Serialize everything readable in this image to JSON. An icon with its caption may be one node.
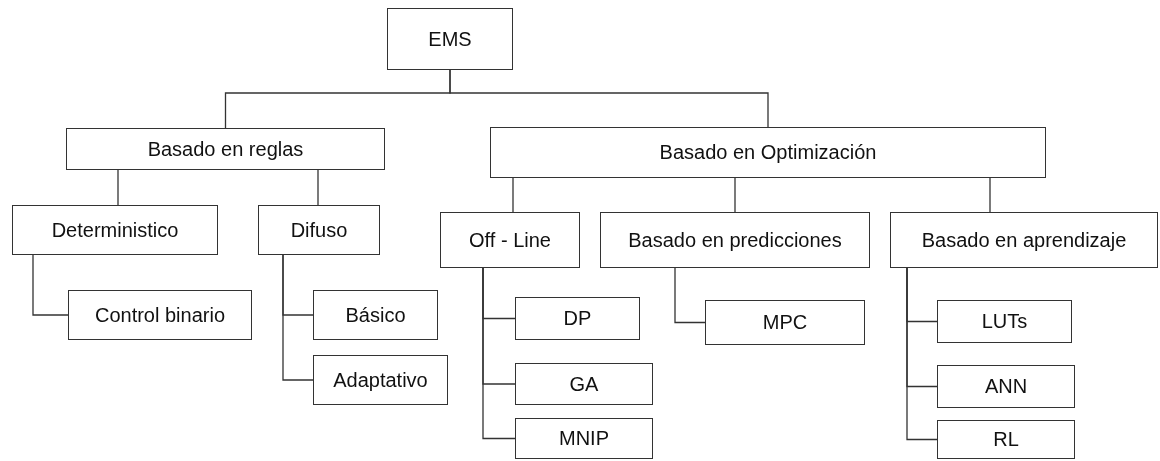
{
  "diagram": {
    "nodes": [
      {
        "text": [
          "EMS"
        ]
      },
      {
        "text": [
          "Basado en reglas"
        ]
      },
      {
        "text": [
          "Basado en Optimización"
        ]
      },
      {
        "text": [
          "Deterministico"
        ]
      },
      {
        "text": [
          "Difuso"
        ]
      },
      {
        "text": [
          "Control binario"
        ]
      },
      {
        "text": [
          "Básico"
        ]
      },
      {
        "text": [
          "Adaptativo"
        ]
      },
      {
        "text": [
          "Off - Line"
        ]
      },
      {
        "text": [
          "Basado en predicciones"
        ]
      },
      {
        "text": [
          "Basado en aprendizaje"
        ]
      },
      {
        "text": [
          "DP"
        ]
      },
      {
        "text": [
          "GA"
        ]
      },
      {
        "text": [
          "MNIP"
        ]
      },
      {
        "text": [
          "MPC"
        ]
      },
      {
        "text": [
          "LUTs"
        ]
      },
      {
        "text": [
          "ANN"
        ]
      },
      {
        "text": [
          "RL"
        ]
      }
    ],
    "edges": [
      {
        "from": 0,
        "to": 1,
        "arrow": "none"
      },
      {
        "from": 0,
        "to": 2,
        "arrow": "none"
      },
      {
        "from": 1,
        "to": 3,
        "arrow": "none"
      },
      {
        "from": 1,
        "to": 4,
        "arrow": "none"
      },
      {
        "from": 3,
        "to": 5,
        "arrow": "none"
      },
      {
        "from": 4,
        "to": 6,
        "arrow": "none"
      },
      {
        "from": 4,
        "to": 7,
        "arrow": "none"
      },
      {
        "from": 2,
        "to": 8,
        "arrow": "none"
      },
      {
        "from": 2,
        "to": 9,
        "arrow": "none"
      },
      {
        "from": 2,
        "to": 10,
        "arrow": "none"
      },
      {
        "from": 8,
        "to": 11,
        "arrow": "none"
      },
      {
        "from": 8,
        "to": 12,
        "arrow": "none"
      },
      {
        "from": 8,
        "to": 13,
        "arrow": "none"
      },
      {
        "from": 9,
        "to": 14,
        "arrow": "none"
      },
      {
        "from": 10,
        "to": 15,
        "arrow": "none"
      },
      {
        "from": 10,
        "to": 16,
        "arrow": "none"
      },
      {
        "from": 10,
        "to": 17,
        "arrow": "none"
      }
    ]
  }
}
